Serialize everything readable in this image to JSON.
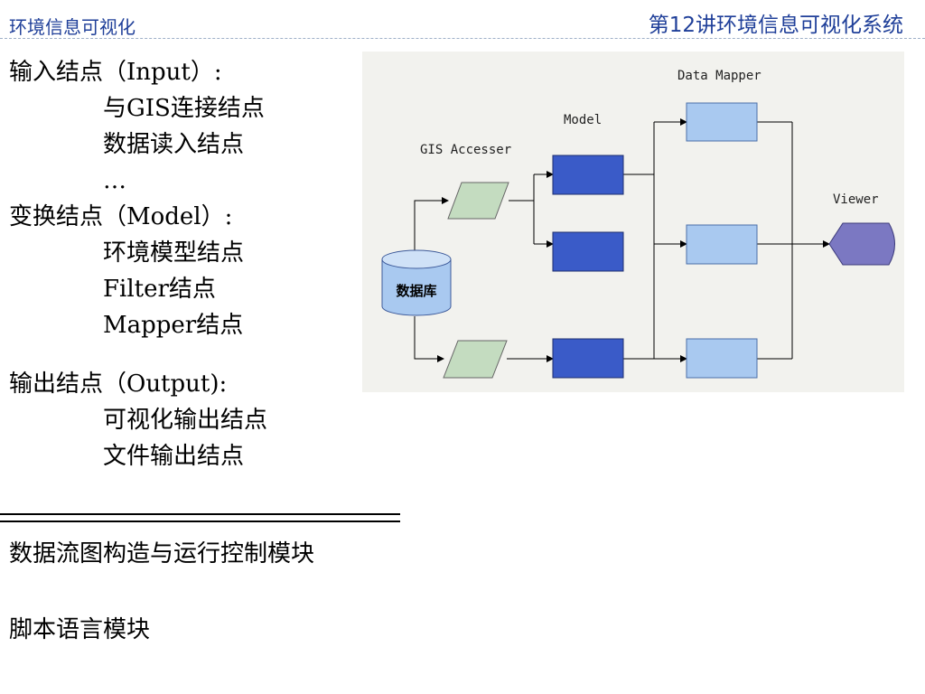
{
  "header": {
    "left_title": "环境信息可视化",
    "right_title": "第12讲环境信息可视化系统"
  },
  "outline": {
    "items": [
      {
        "text": "输入结点（Input）:",
        "level": 0
      },
      {
        "text": "与GIS连接结点",
        "level": 1
      },
      {
        "text": "数据读入结点",
        "level": 1
      },
      {
        "text": "…",
        "level": 1
      },
      {
        "text": "变换结点（Model）:",
        "level": 0
      },
      {
        "text": "环境模型结点",
        "level": 1
      },
      {
        "text": "Filter结点",
        "level": 1
      },
      {
        "text": "Mapper结点",
        "level": 1
      },
      {
        "text": "",
        "level": 0
      },
      {
        "text": "输出结点（Output):",
        "level": 0
      },
      {
        "text": "可视化输出结点",
        "level": 1
      },
      {
        "text": "文件输出结点",
        "level": 1
      }
    ]
  },
  "modules": {
    "dataflow": "数据流图构造与运行控制模块",
    "script": "脚本语言模块"
  },
  "diagram": {
    "label_gis": "GIS Accesser",
    "label_model": "Model",
    "label_mapper": "Data Mapper",
    "label_viewer": "Viewer",
    "database_label": "数据库",
    "colors": {
      "panel": "#f2f2ee",
      "gis_node": "#c4dcc0",
      "model_node": "#3a5bc8",
      "mapper_node": "#a9c9f0",
      "viewer_node": "#7b78c2",
      "database": "#a9c9f0",
      "header_text": "#1f3f99"
    }
  }
}
